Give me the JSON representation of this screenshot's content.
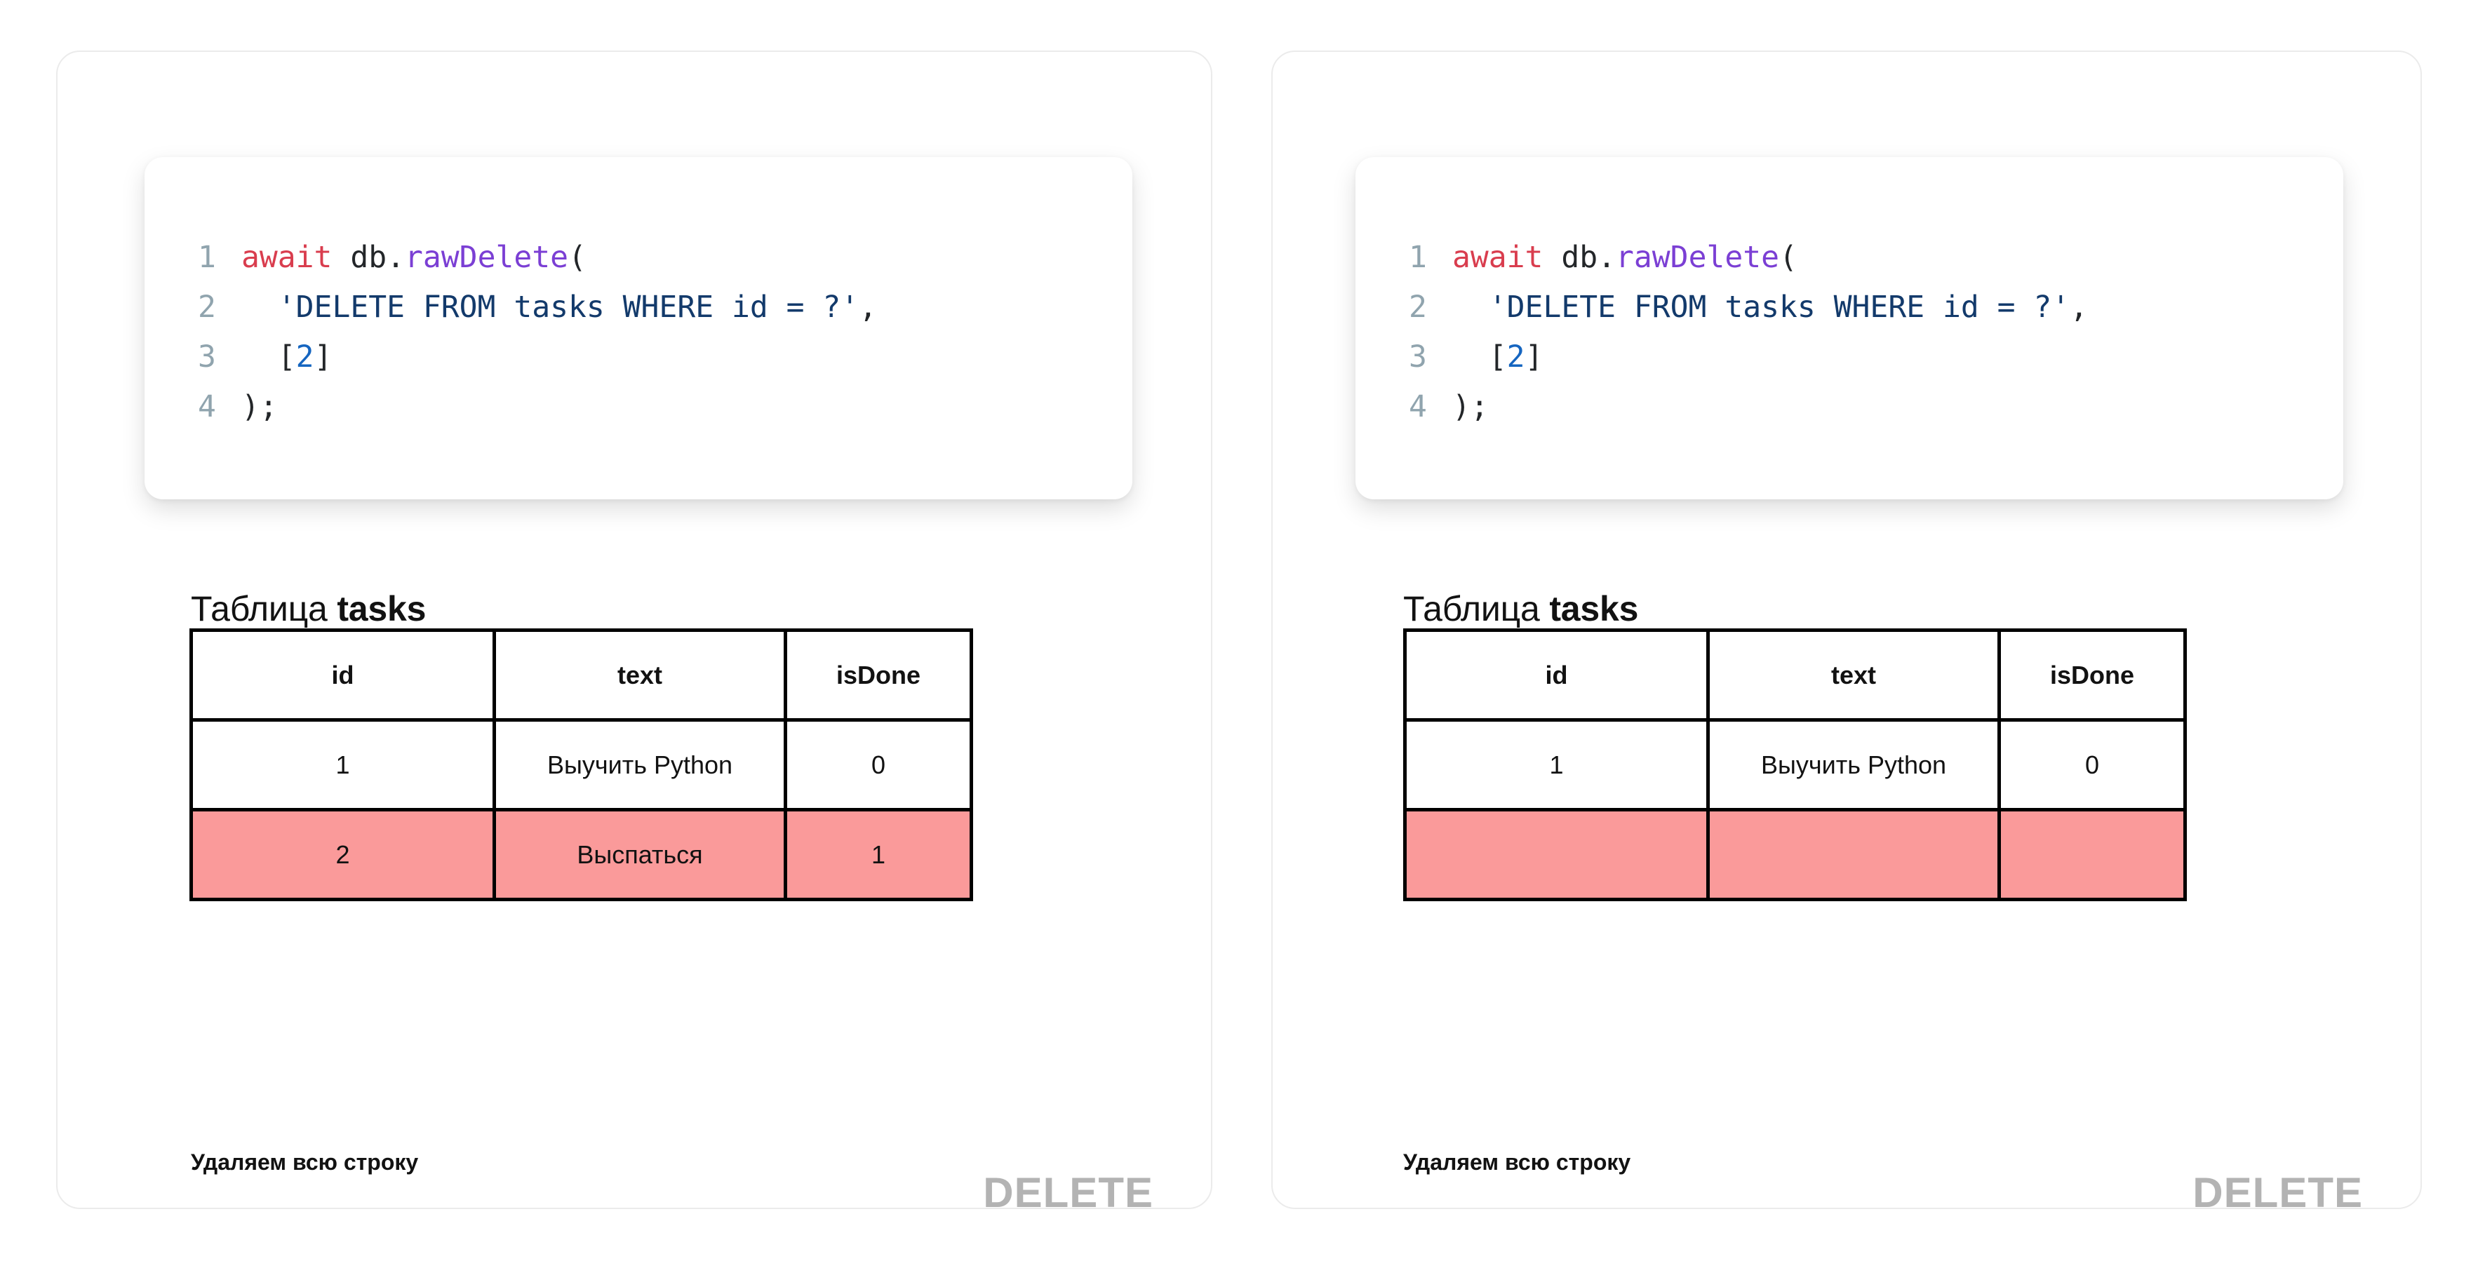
{
  "theme": {
    "page_background": "#ffffff",
    "panel_border": "#ebebeb",
    "table_border": "#000000",
    "deleted_row_fill": "#fa9a9a",
    "watermark_color": "#b3b3b3",
    "code_keyword": "#d93d4e",
    "code_function": "#7b3fd4",
    "code_string": "#133a6b",
    "code_number": "#1565c0",
    "code_linenumber": "#90a4ae",
    "code_plain": "#232629"
  },
  "code": {
    "lines": [
      {
        "number": "1",
        "tokens": [
          {
            "kind": "kw",
            "text": "await"
          },
          {
            "kind": "plain",
            "text": " db."
          },
          {
            "kind": "fn",
            "text": "rawDelete"
          },
          {
            "kind": "pun",
            "text": "("
          }
        ]
      },
      {
        "number": "2",
        "tokens": [
          {
            "kind": "plain",
            "text": "  "
          },
          {
            "kind": "str",
            "text": "'DELETE FROM tasks WHERE id = ?'"
          },
          {
            "kind": "pun",
            "text": ","
          }
        ]
      },
      {
        "number": "3",
        "tokens": [
          {
            "kind": "plain",
            "text": "  "
          },
          {
            "kind": "pun",
            "text": "["
          },
          {
            "kind": "num",
            "text": "2"
          },
          {
            "kind": "pun",
            "text": "]"
          }
        ]
      },
      {
        "number": "4",
        "tokens": [
          {
            "kind": "pun",
            "text": ");"
          }
        ]
      }
    ]
  },
  "panels": [
    {
      "id": "before",
      "heading_prefix": "Таблица ",
      "heading_table_name": "tasks",
      "table": {
        "columns": [
          "id",
          "text",
          "isDone"
        ],
        "rows": [
          {
            "cells": [
              "1",
              "Выучить Python",
              "0"
            ],
            "deleted": false
          },
          {
            "cells": [
              "2",
              "Выспаться",
              "1"
            ],
            "deleted": true
          }
        ]
      },
      "caption": "Удаляем всю строку",
      "watermark": "DELETE"
    },
    {
      "id": "after",
      "heading_prefix": "Таблица ",
      "heading_table_name": "tasks",
      "table": {
        "columns": [
          "id",
          "text",
          "isDone"
        ],
        "rows": [
          {
            "cells": [
              "1",
              "Выучить Python",
              "0"
            ],
            "deleted": false
          },
          {
            "cells": [
              "",
              "",
              ""
            ],
            "deleted": true
          }
        ]
      },
      "caption": "Удаляем всю строку",
      "watermark": "DELETE"
    }
  ]
}
